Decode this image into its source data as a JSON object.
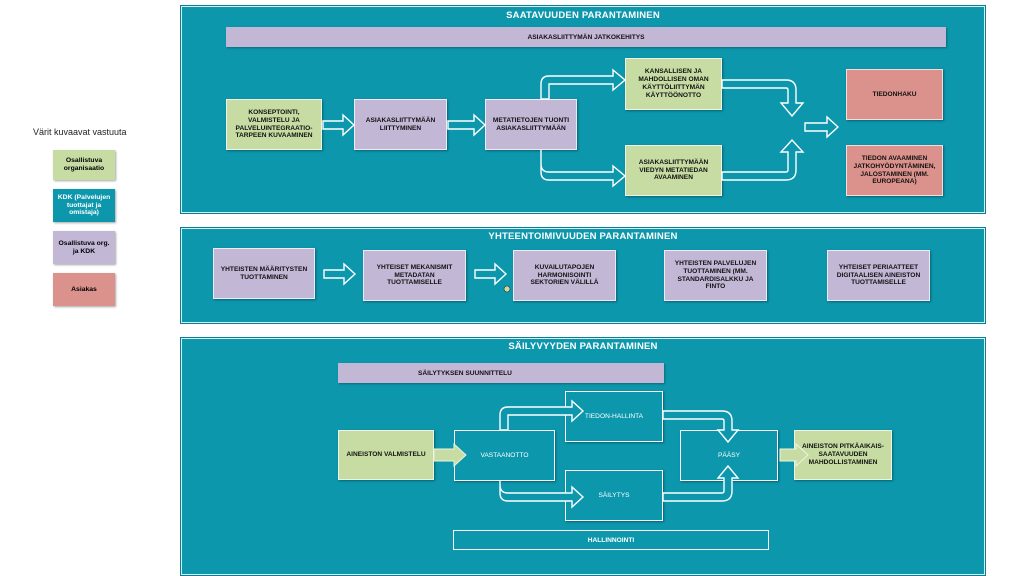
{
  "legend": {
    "title": "Värit kuvaavat vastuuta",
    "items": [
      {
        "label": "Osallistuva organisaatio",
        "color": "#c7dca3"
      },
      {
        "label": "KDK (Palvelujen tuottajat ja omistaja)",
        "color": "#0c97ad"
      },
      {
        "label": "Osallistuva org. ja KDK",
        "color": "#c3b7d6"
      },
      {
        "label": "Asiakas",
        "color": "#dc928c"
      }
    ]
  },
  "panel1": {
    "title": "SAATAVUUDEN PARANTAMINEN",
    "banner": "ASIAKASLIITTYMÄN JATKOKEHITYS",
    "konseptointi": "KONSEPTOINTI, VALMISTELU JA PALVELUINTEGRAATIO-TARPEEN KUVAAMINEN",
    "liittyminen": "ASIAKASLIITTYMÄÄN LIITTYMINEN",
    "metatietojen": "METATIETOJEN TUONTI ASIAKASLIITTYMÄÄN",
    "kansallisen": "KANSALLISEN JA MAHDOLLISEN OMAN KÄYTTÖLIITTYMÄN KÄYTTÖÖNOTTO",
    "viedyn": "ASIAKASLIITTYMÄÄN VIEDYN METATIEDAN AVAAMINEN",
    "tiedonhaku": "TIEDONHAKU",
    "tiedon_avaaminen": "TIEDON AVAAMINEN JATKOHYÖDYNTÄMINEN, JALOSTAMINEN (MM. EUROPEANA)"
  },
  "panel2": {
    "title": "YHTEENTOIMIVUUDEN PARANTAMINEN",
    "boxes": [
      "YHTEISTEN MÄÄRITYSTEN TUOTTAMINEN",
      "YHTEISET MEKANISMIT METADATAN TUOTTAMISELLE",
      "KUVAILUTAPOJEN HARMONISOINTI SEKTORIEN VÄLILLÄ",
      "YHTEISTEN PALVELUJEN TUOTTAMINEN (MM. STANDARDISALKKU JA FINTO",
      "YHTEISET PERIAATTEET DIGITAALISEN AINEISTON TUOTTAMISELLE"
    ]
  },
  "panel3": {
    "title": "SÄILYVYYDEN PARANTAMINEN",
    "banner": "SÄILYTYKSEN SUUNNITTELU",
    "valmistelu": "AINEISTON VALMISTELU",
    "vastaanotto": "VASTAANOTTO",
    "tiedonhallinta": "TIEDON-HALLINTA",
    "sailytys": "SÄILYTYS",
    "paasy": "PÄÄSY",
    "pitkaaikais": "AINEISTON PITKÄAIKAIS-SAATAVUUDEN MAHDOLLISTAMINEN",
    "hallinnointi": "HALLINNOINTI"
  }
}
